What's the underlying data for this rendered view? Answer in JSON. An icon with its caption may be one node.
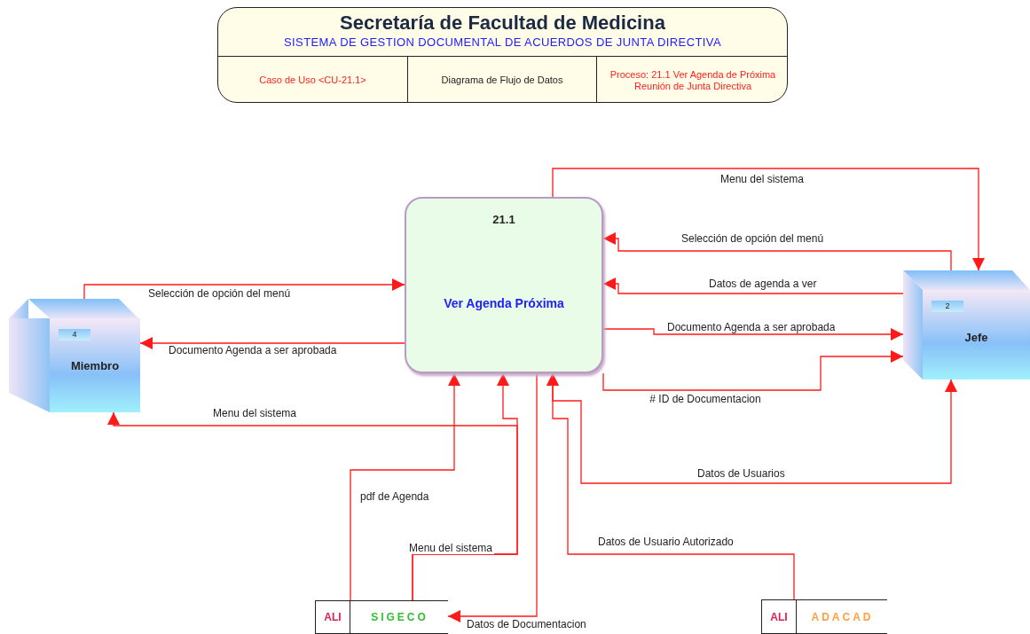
{
  "diagram": {
    "nodes": [
      {
        "text": [
          "Secretaría de Facultad de Medicina",
          "SISTEMA DE GESTION DOCUMENTAL DE ACUERDOS DE JUNTA DIRECTIVA"
        ]
      },
      {
        "text": [
          "Caso de Uso <CU-21.1>"
        ],
        "in": 0
      },
      {
        "text": [
          "Diagrama de Flujo de Datos"
        ],
        "in": 0
      },
      {
        "text": [
          "Proceso: 21.1 Ver Agenda de Próxima Reunión de Junta Directiva"
        ],
        "in": 0
      },
      {
        "text": [
          "21.1",
          "Ver Agenda Próxima"
        ]
      },
      {
        "text": [
          "4",
          "Miembro"
        ]
      },
      {
        "text": [
          "2",
          "Jefe"
        ]
      },
      {
        "text": [
          "ALI",
          "SIGECO"
        ]
      },
      {
        "text": [
          "ALI",
          "ADACAD"
        ]
      }
    ],
    "edges": [
      {
        "from": 5,
        "to": 4,
        "arrow": "to",
        "label": "Selección de opción del menú"
      },
      {
        "from": 4,
        "to": 5,
        "arrow": "to",
        "label": "Documento Agenda a ser aprobada"
      },
      {
        "from": 7,
        "to": 5,
        "arrow": "to",
        "label": "Menu del sistema"
      },
      {
        "from": 7,
        "to": 4,
        "arrow": "to",
        "label": "Menu del sistema"
      },
      {
        "from": 7,
        "to": 4,
        "arrow": "to",
        "label": "pdf de Agenda"
      },
      {
        "from": 4,
        "to": 7,
        "arrow": "to",
        "label": "Datos de Documentacion"
      },
      {
        "from": 8,
        "to": 4,
        "arrow": "to",
        "label": "Datos de Usuario Autorizado"
      },
      {
        "from": 4,
        "to": 6,
        "arrow": "both",
        "label": "Datos de Usuarios"
      },
      {
        "from": 4,
        "to": 6,
        "arrow": "to",
        "label": "Documento Agenda a ser aprobada"
      },
      {
        "from": 4,
        "to": 6,
        "arrow": "to",
        "label": "# ID de Documentacion"
      },
      {
        "from": 6,
        "to": 4,
        "arrow": "to",
        "label": "Datos de agenda a ver"
      },
      {
        "from": 6,
        "to": 4,
        "arrow": "to",
        "label": "Selección de opción del menú"
      },
      {
        "from": 4,
        "to": 6,
        "arrow": "to",
        "label": "Menu del sistema"
      }
    ]
  }
}
